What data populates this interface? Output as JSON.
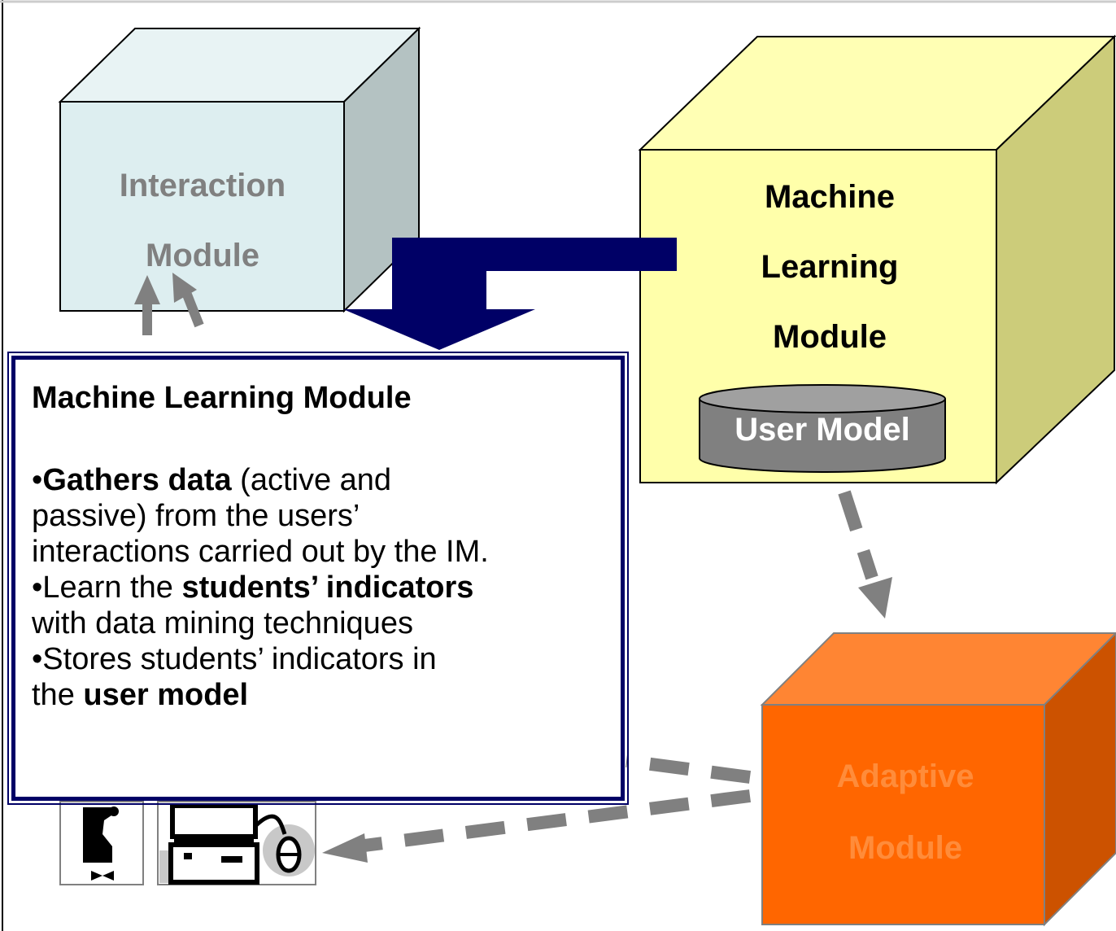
{
  "modules": {
    "interaction": {
      "line1": "Interaction",
      "line2": "Module",
      "color": "#DDEEF0"
    },
    "machine_learning": {
      "line1": "Machine",
      "line2": "Learning",
      "line3": "Module",
      "color": "#FFFFAA"
    },
    "user_model": {
      "label": "User Model",
      "color": "#808080"
    },
    "adaptive": {
      "line1": "Adaptive",
      "line2": "Module",
      "color": "#FF6600"
    }
  },
  "info": {
    "title": "Machine Learning Module",
    "b1_bullet": "•",
    "b1_bold": "Gathers data",
    "b1_rest": " (active and",
    "b1_l2": "passive) from the users’",
    "b1_l3": "interactions carried out by the IM.",
    "b2_pre": "•Learn the ",
    "b2_bold": "students’ indicators",
    "b2_l2": "with data mining techniques",
    "b3_l1": "•Stores students’ indicators in",
    "b3_pre": "the ",
    "b3_bold": "user model"
  },
  "colors": {
    "arrow_blue": "#000066",
    "arrow_gray": "#808080",
    "box_border": "#000066"
  }
}
